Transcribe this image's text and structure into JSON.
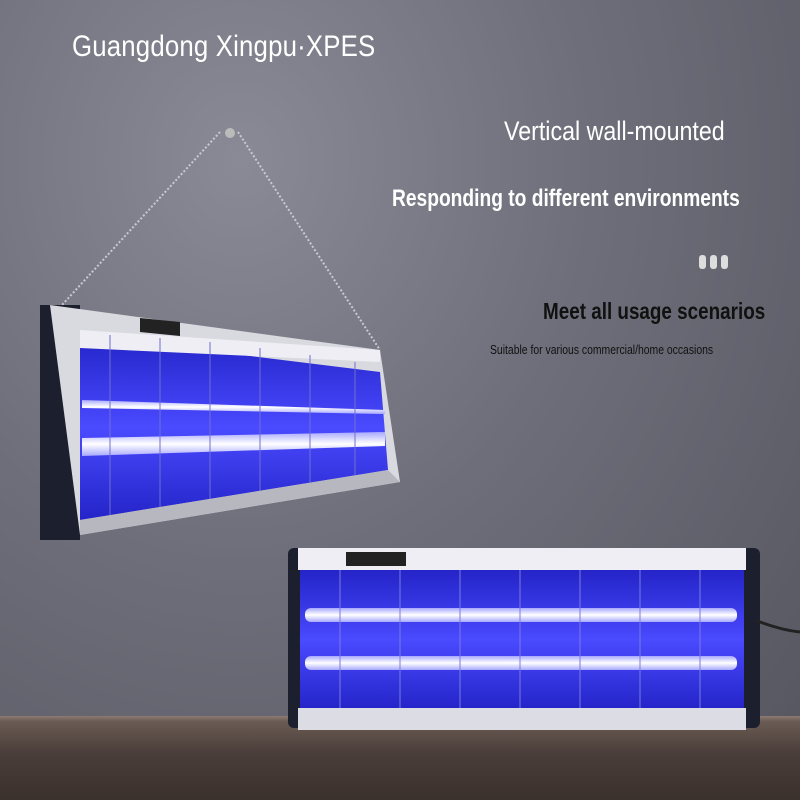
{
  "brand": "Guangdong Xingpu·XPES",
  "headline": "Vertical wall-mounted",
  "subheadline": "Responding to different environments",
  "scenario_title": "Meet all usage scenarios",
  "scenario_caption": "Suitable for various commercial/home occasions",
  "colors": {
    "wall": "#6e6e7a",
    "uv_glow": "#3b3bff",
    "frame": "#1c1f2e",
    "panel": "#e8e8ee",
    "shelf": "#5b4c46"
  },
  "icons": [
    "page-dots-icon"
  ]
}
